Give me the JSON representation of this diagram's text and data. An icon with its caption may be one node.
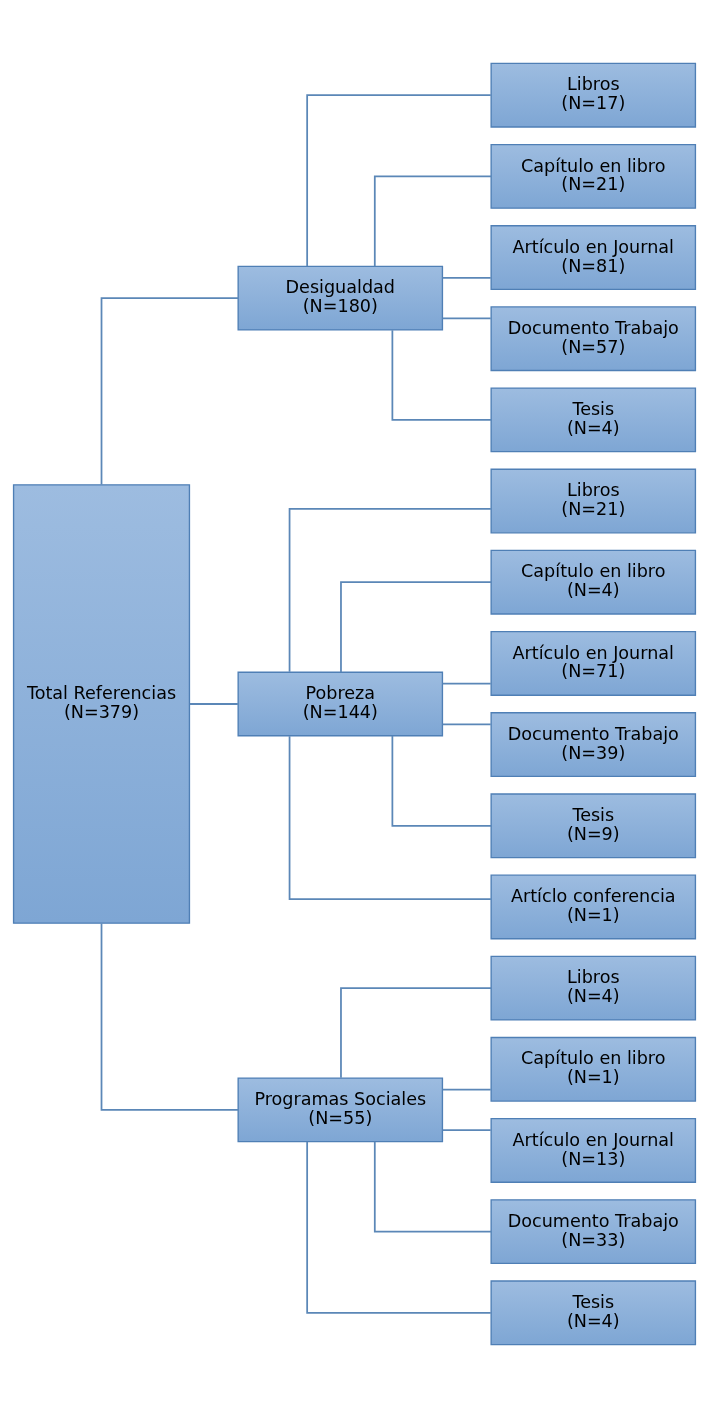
{
  "diagram": {
    "nodes": [
      {
        "text": [
          "Total Referencias",
          "(N=379)"
        ]
      },
      {
        "text": [
          "Desigualdad",
          "(N=180)"
        ]
      },
      {
        "text": [
          "Libros",
          "(N=17)"
        ]
      },
      {
        "text": [
          "Capítulo en libro",
          "(N=21)"
        ]
      },
      {
        "text": [
          "Artículo en Journal",
          "(N=81)"
        ]
      },
      {
        "text": [
          "Documento Trabajo",
          "(N=57)"
        ]
      },
      {
        "text": [
          "Tesis",
          "(N=4)"
        ]
      },
      {
        "text": [
          "Pobreza",
          "(N=144)"
        ]
      },
      {
        "text": [
          "Libros",
          "(N=21)"
        ]
      },
      {
        "text": [
          "Capítulo en libro",
          "(N=4)"
        ]
      },
      {
        "text": [
          "Artículo en Journal",
          "(N=71)"
        ]
      },
      {
        "text": [
          "Documento Trabajo",
          "(N=39)"
        ]
      },
      {
        "text": [
          "Tesis",
          "(N=9)"
        ]
      },
      {
        "text": [
          "Artíclo conferencia",
          "(N=1)"
        ]
      },
      {
        "text": [
          "Programas Sociales",
          "(N=55)"
        ]
      },
      {
        "text": [
          "Libros",
          "(N=4)"
        ]
      },
      {
        "text": [
          "Capítulo en libro",
          "(N=1)"
        ]
      },
      {
        "text": [
          "Artículo en Journal",
          "(N=13)"
        ]
      },
      {
        "text": [
          "Documento Trabajo",
          "(N=33)"
        ]
      },
      {
        "text": [
          "Tesis",
          "(N=4)"
        ]
      }
    ],
    "edges": [
      {
        "from": 0,
        "to": 1,
        "arrow": "none"
      },
      {
        "from": 0,
        "to": 7,
        "arrow": "none"
      },
      {
        "from": 0,
        "to": 14,
        "arrow": "none"
      },
      {
        "from": 1,
        "to": 2,
        "arrow": "none"
      },
      {
        "from": 1,
        "to": 3,
        "arrow": "none"
      },
      {
        "from": 1,
        "to": 4,
        "arrow": "none"
      },
      {
        "from": 1,
        "to": 5,
        "arrow": "none"
      },
      {
        "from": 1,
        "to": 6,
        "arrow": "none"
      },
      {
        "from": 7,
        "to": 8,
        "arrow": "none"
      },
      {
        "from": 7,
        "to": 9,
        "arrow": "none"
      },
      {
        "from": 7,
        "to": 10,
        "arrow": "none"
      },
      {
        "from": 7,
        "to": 11,
        "arrow": "none"
      },
      {
        "from": 7,
        "to": 12,
        "arrow": "none"
      },
      {
        "from": 7,
        "to": 13,
        "arrow": "none"
      },
      {
        "from": 14,
        "to": 15,
        "arrow": "none"
      },
      {
        "from": 14,
        "to": 16,
        "arrow": "none"
      },
      {
        "from": 14,
        "to": 17,
        "arrow": "none"
      },
      {
        "from": 14,
        "to": 18,
        "arrow": "none"
      },
      {
        "from": 14,
        "to": 19,
        "arrow": "none"
      }
    ]
  }
}
